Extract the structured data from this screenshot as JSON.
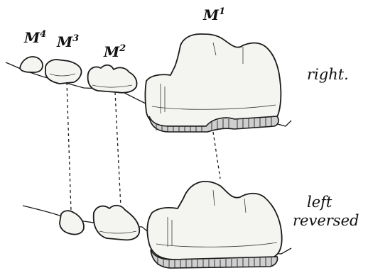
{
  "figure": {
    "labels": {
      "m4": {
        "letter": "M",
        "number": "4"
      },
      "m3": {
        "letter": "M",
        "number": "3"
      },
      "m2": {
        "letter": "M",
        "number": "2"
      },
      "m1": {
        "letter": "M",
        "number": "1"
      }
    },
    "rows": {
      "upper": "right.",
      "lower_line1": "left",
      "lower_line2": "reversed"
    }
  }
}
